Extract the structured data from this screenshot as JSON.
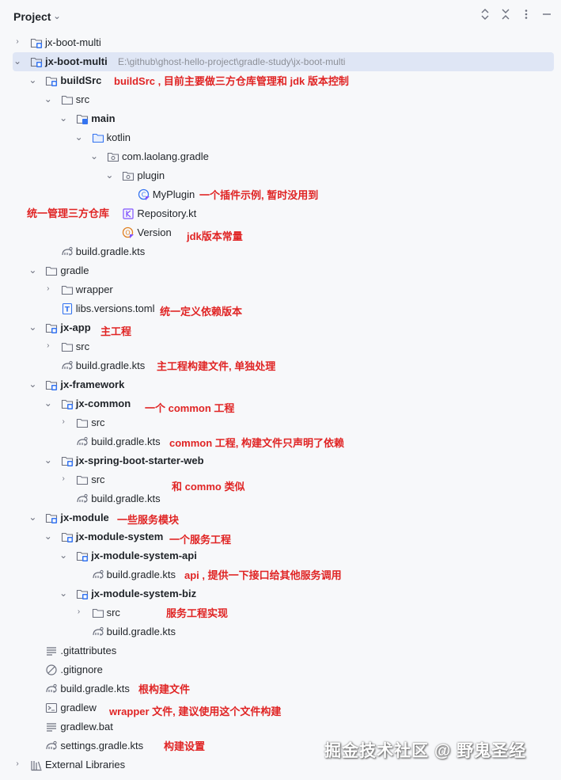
{
  "panel": {
    "title": "Project",
    "title_chevron": "⌄"
  },
  "tree": [
    {
      "label": "jx-boot-multi",
      "bold": false,
      "arrow": "›",
      "icon": "module",
      "indent": 0
    },
    {
      "label": "jx-boot-multi",
      "bold": true,
      "arrow": "⌄",
      "icon": "module",
      "indent": 0,
      "path": "E:\\github\\ghost-hello-project\\gradle-study\\jx-boot-multi",
      "selected": true
    },
    {
      "label": "buildSrc",
      "bold": true,
      "arrow": "⌄",
      "icon": "module",
      "indent": 1
    },
    {
      "label": "src",
      "bold": false,
      "arrow": "⌄",
      "icon": "folder",
      "indent": 2
    },
    {
      "label": "main",
      "bold": true,
      "arrow": "⌄",
      "icon": "folder-module",
      "indent": 3
    },
    {
      "label": "kotlin",
      "bold": false,
      "arrow": "⌄",
      "icon": "folder-src",
      "indent": 4
    },
    {
      "label": "com.laolang.gradle",
      "bold": false,
      "arrow": "⌄",
      "icon": "package",
      "indent": 5
    },
    {
      "label": "plugin",
      "bold": false,
      "arrow": "⌄",
      "icon": "package",
      "indent": 6
    },
    {
      "label": "MyPlugin",
      "bold": false,
      "arrow": "",
      "icon": "kotlin-class",
      "indent": 7
    },
    {
      "label": "Repository.kt",
      "bold": false,
      "arrow": "",
      "icon": "kotlin-file",
      "indent": 6
    },
    {
      "label": "Version",
      "bold": false,
      "arrow": "",
      "icon": "kotlin-object",
      "indent": 6
    },
    {
      "label": "build.gradle.kts",
      "bold": false,
      "arrow": "",
      "icon": "gradle",
      "indent": 2
    },
    {
      "label": "gradle",
      "bold": false,
      "arrow": "⌄",
      "icon": "folder",
      "indent": 1
    },
    {
      "label": "wrapper",
      "bold": false,
      "arrow": "›",
      "icon": "folder",
      "indent": 2
    },
    {
      "label": "libs.versions.toml",
      "bold": false,
      "arrow": "",
      "icon": "toml",
      "indent": 2
    },
    {
      "label": "jx-app",
      "bold": true,
      "arrow": "⌄",
      "icon": "module",
      "indent": 1
    },
    {
      "label": "src",
      "bold": false,
      "arrow": "›",
      "icon": "folder",
      "indent": 2
    },
    {
      "label": "build.gradle.kts",
      "bold": false,
      "arrow": "",
      "icon": "gradle",
      "indent": 2
    },
    {
      "label": "jx-framework",
      "bold": true,
      "arrow": "⌄",
      "icon": "module",
      "indent": 1
    },
    {
      "label": "jx-common",
      "bold": true,
      "arrow": "⌄",
      "icon": "module",
      "indent": 2
    },
    {
      "label": "src",
      "bold": false,
      "arrow": "›",
      "icon": "folder",
      "indent": 3
    },
    {
      "label": "build.gradle.kts",
      "bold": false,
      "arrow": "",
      "icon": "gradle",
      "indent": 3
    },
    {
      "label": "jx-spring-boot-starter-web",
      "bold": true,
      "arrow": "⌄",
      "icon": "module",
      "indent": 2
    },
    {
      "label": "src",
      "bold": false,
      "arrow": "›",
      "icon": "folder",
      "indent": 3
    },
    {
      "label": "build.gradle.kts",
      "bold": false,
      "arrow": "",
      "icon": "gradle",
      "indent": 3
    },
    {
      "label": "jx-module",
      "bold": true,
      "arrow": "⌄",
      "icon": "module",
      "indent": 1
    },
    {
      "label": "jx-module-system",
      "bold": true,
      "arrow": "⌄",
      "icon": "module",
      "indent": 2
    },
    {
      "label": "jx-module-system-api",
      "bold": true,
      "arrow": "⌄",
      "icon": "module",
      "indent": 3
    },
    {
      "label": "build.gradle.kts",
      "bold": false,
      "arrow": "",
      "icon": "gradle",
      "indent": 4
    },
    {
      "label": "jx-module-system-biz",
      "bold": true,
      "arrow": "⌄",
      "icon": "module",
      "indent": 3
    },
    {
      "label": "src",
      "bold": false,
      "arrow": "›",
      "icon": "folder",
      "indent": 4
    },
    {
      "label": "build.gradle.kts",
      "bold": false,
      "arrow": "",
      "icon": "gradle",
      "indent": 4
    },
    {
      "label": ".gitattributes",
      "bold": false,
      "arrow": "",
      "icon": "text-lines",
      "indent": 1
    },
    {
      "label": ".gitignore",
      "bold": false,
      "arrow": "",
      "icon": "ignore",
      "indent": 1
    },
    {
      "label": "build.gradle.kts",
      "bold": false,
      "arrow": "",
      "icon": "gradle",
      "indent": 1
    },
    {
      "label": "gradlew",
      "bold": false,
      "arrow": "",
      "icon": "terminal",
      "indent": 1
    },
    {
      "label": "gradlew.bat",
      "bold": false,
      "arrow": "",
      "icon": "text-lines",
      "indent": 1
    },
    {
      "label": "settings.gradle.kts",
      "bold": false,
      "arrow": "",
      "icon": "gradle",
      "indent": 1
    },
    {
      "label": "External Libraries",
      "bold": false,
      "arrow": "›",
      "icon": "libraries",
      "indent": 0
    }
  ],
  "annotations": [
    {
      "row": 2,
      "text": "buildSrc , 目前主要做三方仓库管理和 jdk 版本控制"
    },
    {
      "row": 8,
      "text": "一个插件示例, 暂时没用到"
    },
    {
      "row": 9,
      "text": "统一管理三方仓库"
    },
    {
      "row": 10,
      "text": "jdk版本常量"
    },
    {
      "row": 14,
      "text": "统一定义依赖版本"
    },
    {
      "row": 15,
      "text": "主工程"
    },
    {
      "row": 17,
      "text": "主工程构建文件, 单独处理"
    },
    {
      "row": 19,
      "text": "一个 common 工程"
    },
    {
      "row": 21,
      "text": "common 工程, 构建文件只声明了依赖"
    },
    {
      "row": 23,
      "text": "和 commo  类似"
    },
    {
      "row": 25,
      "text": "一些服务模块"
    },
    {
      "row": 26,
      "text": "一个服务工程"
    },
    {
      "row": 28,
      "text": "api , 提供一下接口给其他服务调用"
    },
    {
      "row": 30,
      "text": "服务工程实现"
    },
    {
      "row": 34,
      "text": "根构建文件"
    },
    {
      "row": 35,
      "text": "wrapper 文件, 建议使用这个文件构建"
    },
    {
      "row": 37,
      "text": "构建设置"
    }
  ],
  "watermark": {
    "text": "掘金技术社区 @ 野鬼圣经"
  },
  "colors": {
    "annotation": "#e02424",
    "selection": "#dfe6f5",
    "module_badge": "#3574f0",
    "gradle": "#6c707e"
  }
}
